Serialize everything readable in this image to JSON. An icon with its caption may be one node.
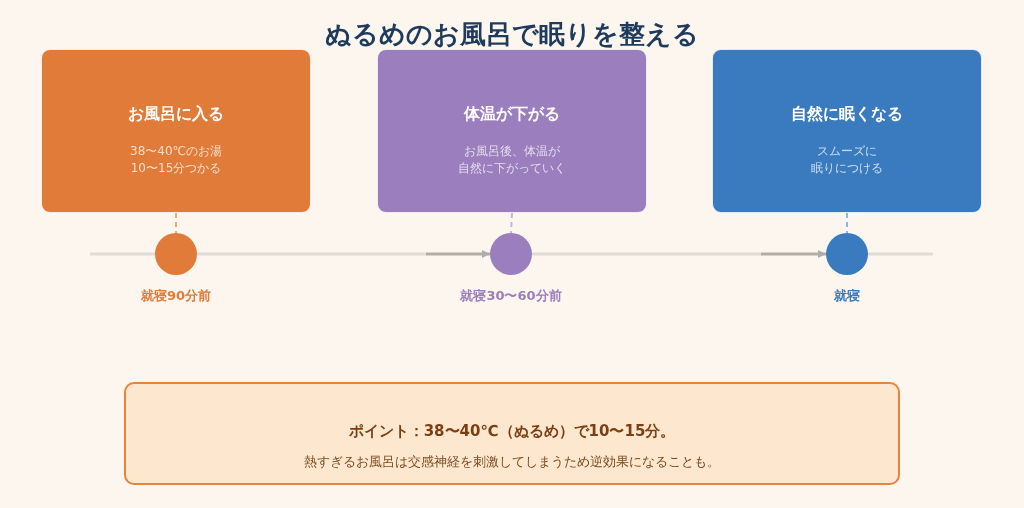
{
  "diagram": {
    "title": "ぬるめのお風呂で眠りを整える",
    "nodes": [
      {
        "text": [
          "お風呂に入る",
          "38〜40℃のお湯10〜15分つかる"
        ]
      },
      {
        "text": [
          "体温が下がる",
          "お風呂後、体温が自然に下がっていく"
        ]
      },
      {
        "text": [
          "自然に眠くなる",
          "スムーズに眠りにつける"
        ]
      },
      {
        "text": [],
        "shape": "circle",
        "beside": [
          "就寝90分前"
        ]
      },
      {
        "text": [],
        "shape": "circle",
        "beside": [
          "就寝30〜60分前"
        ]
      },
      {
        "text": [],
        "shape": "circle",
        "beside": [
          "就寝"
        ]
      },
      {
        "text": [
          "ポイント：38〜40℃（ぬるめ）で10〜15分。",
          "熱すぎるお風呂は交感神経を刺激してしまうため逆効果になることも。"
        ]
      }
    ],
    "edges": [
      {
        "from": 0,
        "to": 3,
        "arrow": "none",
        "style": "dashed",
        "color": "#f0a677"
      },
      {
        "from": 1,
        "to": 4,
        "arrow": "none",
        "style": "dashed",
        "color": "#c7b3dc"
      },
      {
        "from": 2,
        "to": 5,
        "arrow": "none",
        "style": "dashed",
        "color": "#8fb4de"
      },
      {
        "from": 3,
        "to": 4,
        "arrow": "to"
      },
      {
        "from": 4,
        "to": 5,
        "arrow": "to"
      }
    ]
  }
}
